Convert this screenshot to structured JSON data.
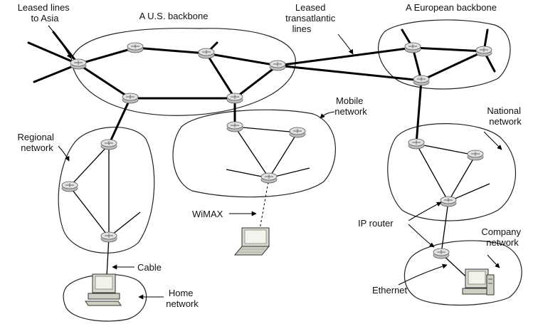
{
  "labels": {
    "leased_asia": [
      "Leased lines",
      "to Asia"
    ],
    "us_backbone": "A U.S. backbone",
    "leased_transatlantic": [
      "Leased",
      "transatlantic",
      "lines"
    ],
    "european_backbone": "A European backbone",
    "mobile_network": [
      "Mobile",
      "network"
    ],
    "national_network": [
      "National",
      "network"
    ],
    "regional_network": [
      "Regional",
      "network"
    ],
    "wimax": "WiMAX",
    "ip_router": "IP router",
    "company_network": [
      "Company",
      "network"
    ],
    "cable": "Cable",
    "home_network": [
      "Home",
      "network"
    ],
    "ethernet": "Ethernet"
  },
  "colors": {
    "line": "#000000",
    "router_fill": "#d8d8d8",
    "router_stroke": "#555555",
    "device_fill": "#d9d9cf"
  },
  "icons": [
    "router-icon",
    "laptop-icon",
    "desktop-computer-icon"
  ]
}
